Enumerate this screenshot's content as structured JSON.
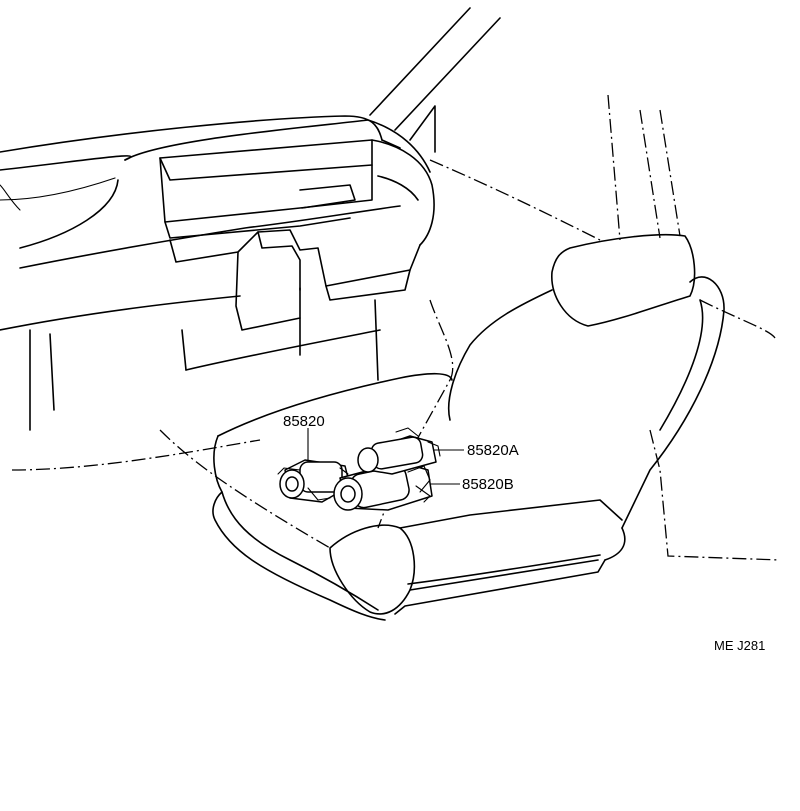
{
  "diagram": {
    "parts": [
      {
        "id": "motor-main",
        "label": "85820"
      },
      {
        "id": "motor-a",
        "label": "85820A"
      },
      {
        "id": "motor-b",
        "label": "85820B"
      }
    ],
    "drawing_code": "ME J281",
    "style": "black line art on white background"
  }
}
